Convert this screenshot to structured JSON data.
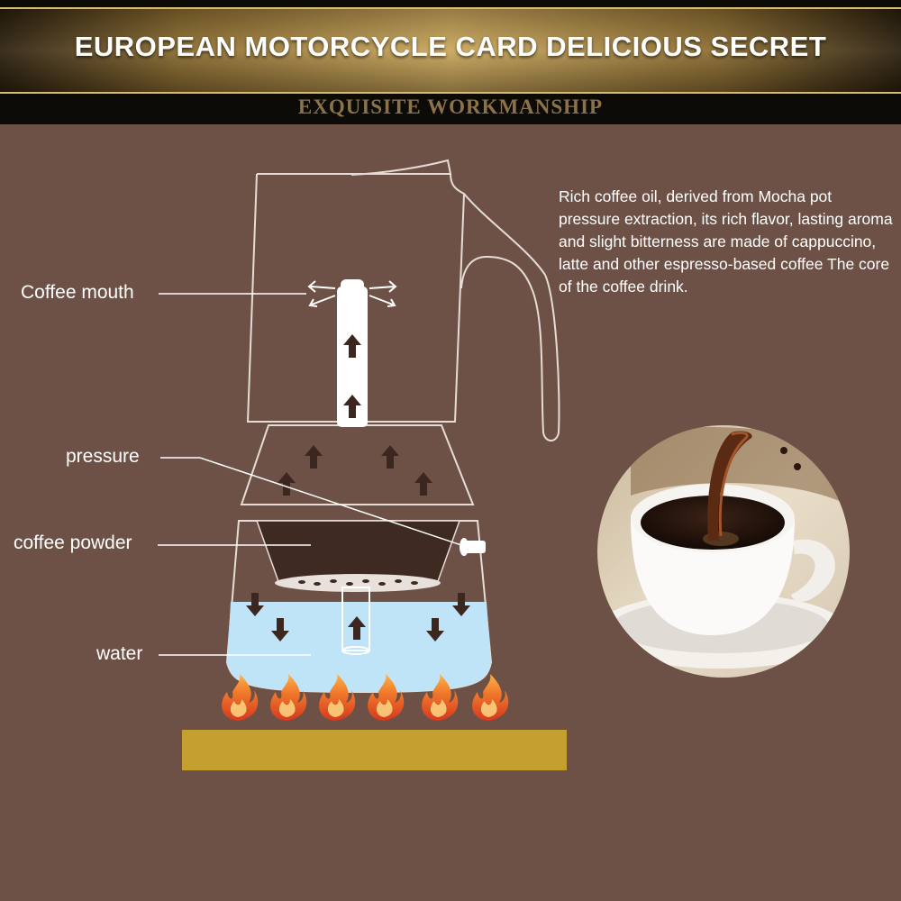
{
  "header": {
    "title": "EUROPEAN MOTORCYCLE CARD DELICIOUS SECRET",
    "subtitle": "EXQUISITE WORKMANSHIP"
  },
  "labels": {
    "coffee_mouth": "Coffee mouth",
    "pressure": "pressure",
    "coffee_powder": "coffee powder",
    "water": "water"
  },
  "description": "Rich coffee oil, derived from Mocha pot pressure extraction, its rich flavor, lasting aroma and slight bitterness are made of cappuccino, latte and other espresso-based coffee The core of the coffee drink.",
  "colors": {
    "background": "#6e5146",
    "gold": "#c9a65a",
    "water": "#bfe3f7",
    "coffee": "#3f2a22",
    "arrow": "#3b2720",
    "stove": "#c4a031",
    "flame": "#e8642a"
  }
}
